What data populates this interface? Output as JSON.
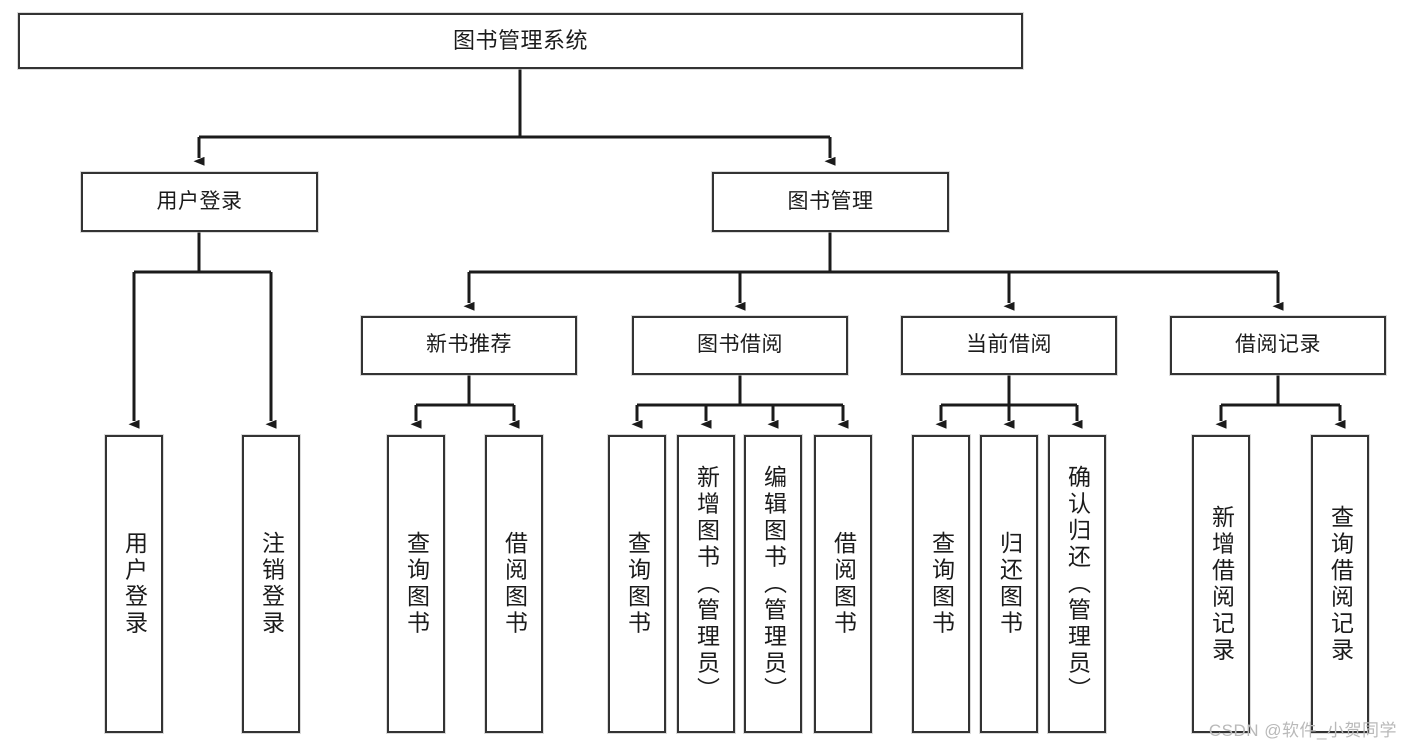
{
  "diagram": {
    "title": "图书管理系统",
    "type": "功能结构图",
    "colors": {
      "border": "#333333",
      "fill": "#ffffff",
      "connector": "#1b1b1b",
      "watermark": "#b9b9b9"
    },
    "watermark": "CSDN @软件_小贺同学",
    "root": {
      "id": "root",
      "label": "图书管理系统"
    },
    "level2": [
      {
        "id": "user-login",
        "label": "用户登录"
      },
      {
        "id": "book-manage",
        "label": "图书管理"
      }
    ],
    "level3": [
      {
        "id": "new-book-rec",
        "label": "新书推荐",
        "parent": "book-manage"
      },
      {
        "id": "book-borrow",
        "label": "图书借阅",
        "parent": "book-manage"
      },
      {
        "id": "current-borrow",
        "label": "当前借阅",
        "parent": "book-manage"
      },
      {
        "id": "borrow-record",
        "label": "借阅记录",
        "parent": "book-manage"
      }
    ],
    "leaves": [
      {
        "id": "leaf-user-login",
        "label": "用户登录",
        "parent": "user-login"
      },
      {
        "id": "leaf-logout",
        "label": "注销登录",
        "parent": "user-login"
      },
      {
        "id": "leaf-query-book-1",
        "label": "查询图书",
        "parent": "new-book-rec"
      },
      {
        "id": "leaf-borrow-book-1",
        "label": "借阅图书",
        "parent": "new-book-rec"
      },
      {
        "id": "leaf-query-book-2",
        "label": "查询图书",
        "parent": "book-borrow"
      },
      {
        "id": "leaf-add-book",
        "label": "新增图书（管理员）",
        "parent": "book-borrow"
      },
      {
        "id": "leaf-edit-book",
        "label": "编辑图书（管理员）",
        "parent": "book-borrow"
      },
      {
        "id": "leaf-borrow-book-2",
        "label": "借阅图书",
        "parent": "book-borrow"
      },
      {
        "id": "leaf-query-book-3",
        "label": "查询图书",
        "parent": "current-borrow"
      },
      {
        "id": "leaf-return-book",
        "label": "归还图书",
        "parent": "current-borrow"
      },
      {
        "id": "leaf-confirm-return",
        "label": "确认归还（管理员）",
        "parent": "current-borrow"
      },
      {
        "id": "leaf-add-record",
        "label": "新增借阅记录",
        "parent": "borrow-record"
      },
      {
        "id": "leaf-query-record",
        "label": "查询借阅记录",
        "parent": "borrow-record"
      }
    ]
  }
}
